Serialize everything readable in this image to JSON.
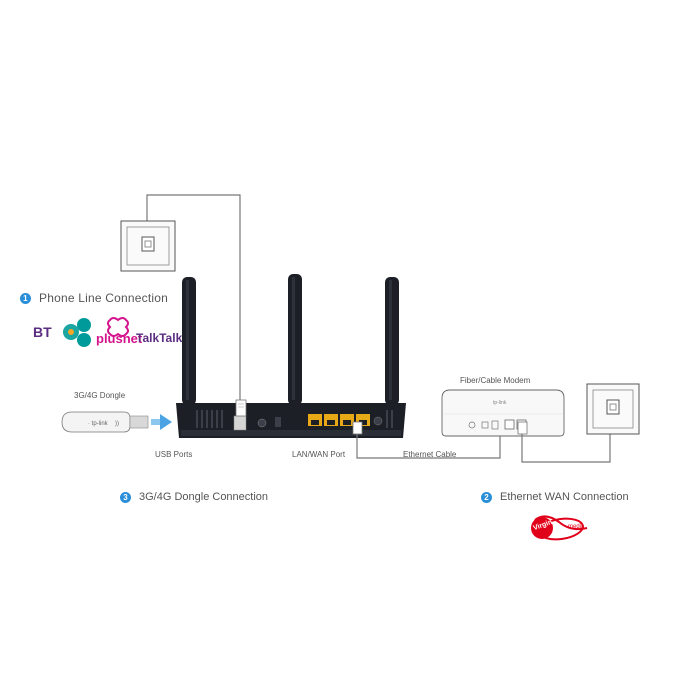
{
  "labels": {
    "phone_line_num": "1",
    "phone_line": "Phone Line Connection",
    "dongle_label": "3G/4G Dongle",
    "usb_ports": "USB Ports",
    "lan_wan_port": "LAN/WAN Port",
    "ethernet_cable": "Ethernet Cable",
    "modem_label": "Fiber/Cable Modem",
    "dongle_conn_num": "3",
    "dongle_conn": "3G/4G Dongle Connection",
    "ethernet_wan_num": "2",
    "ethernet_wan": "Ethernet WAN Connection"
  },
  "logos": {
    "bt": "BT",
    "plusnet": "plusnet",
    "talktalk": "TalkTalk",
    "tplink": "tp-link",
    "virgin": "Virgin",
    "media": "media"
  },
  "colors": {
    "accent_blue": "#2a8fd8",
    "router_body": "#1c1f26",
    "port_yellow": "#e8a917",
    "bt_purple": "#5b2d82",
    "ee_teal": "#009a9a",
    "plusnet_pink": "#d4148c",
    "virgin_red": "#e1001a"
  }
}
